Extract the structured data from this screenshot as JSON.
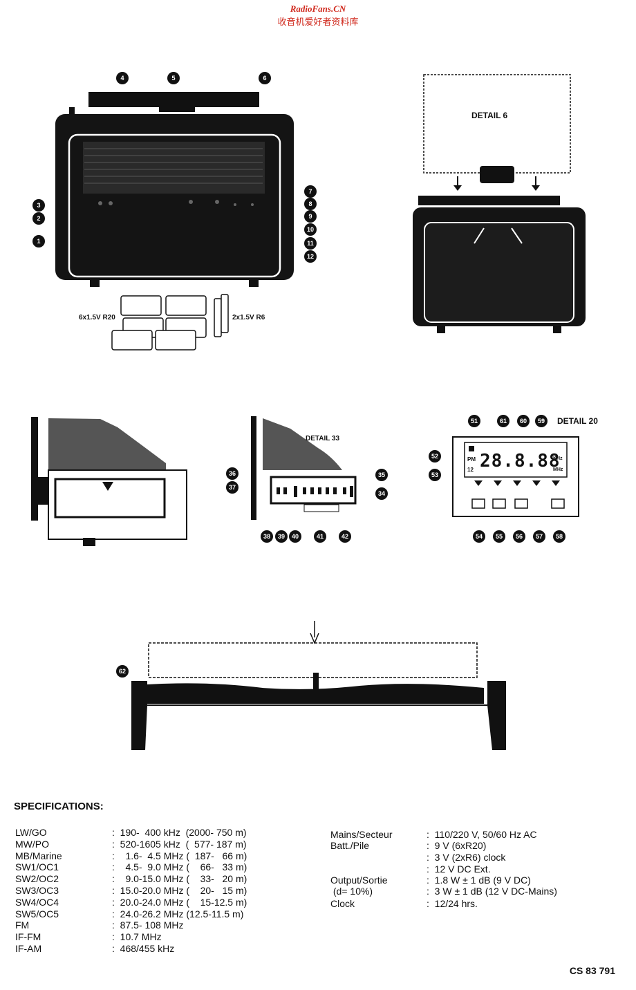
{
  "header": {
    "site": "RadioFans.CN",
    "subtitle": "收音机爱好者资料库"
  },
  "figures": {
    "main_callouts": [
      "4",
      "5",
      "6",
      "3",
      "2",
      "1",
      "7",
      "8",
      "9",
      "10",
      "11",
      "12"
    ],
    "battery_labels": [
      "6x1.5V R20",
      "2x1.5V R6"
    ],
    "detail6_label": "DETAIL 6",
    "detail33_label": "DETAIL 33",
    "detail20_label": "DETAIL 20",
    "detail33_callouts": [
      "36",
      "37",
      "35",
      "34",
      "38",
      "39",
      "40",
      "41",
      "42"
    ],
    "detail20_callouts": [
      "51",
      "61",
      "60",
      "59",
      "52",
      "53",
      "54",
      "55",
      "56",
      "57",
      "58"
    ],
    "lcd": {
      "digits": "28.8.88",
      "pm": "PM",
      "h12": "12",
      "khz": "KHz",
      "mhz": "MHz"
    },
    "bottom_callout": "62"
  },
  "specifications": {
    "title": "SPECIFICATIONS:",
    "left": [
      {
        "band": "LW/GO",
        "value": ":  190-  400 kHz  (2000- 750 m)"
      },
      {
        "band": "MW/PO",
        "value": ":  520-1605 kHz  (  577- 187 m)"
      },
      {
        "band": "MB/Marine",
        "value": ":    1.6-  4.5 MHz (  187-   66 m)"
      },
      {
        "band": "SW1/OC1",
        "value": ":    4.5-  9.0 MHz (    66-   33 m)"
      },
      {
        "band": "SW2/OC2",
        "value": ":    9.0-15.0 MHz (    33-   20 m)"
      },
      {
        "band": "SW3/OC3",
        "value": ":  15.0-20.0 MHz (    20-   15 m)"
      },
      {
        "band": "SW4/OC4",
        "value": ":  20.0-24.0 MHz (    15-12.5 m)"
      },
      {
        "band": "SW5/OC5",
        "value": ":  24.0-26.2 MHz (12.5-11.5 m)"
      },
      {
        "band": "FM",
        "value": ":  87.5- 108 MHz"
      },
      {
        "band": "IF-FM",
        "value": ":  10.7 MHz"
      },
      {
        "band": "IF-AM",
        "value": ":  468/455 kHz"
      }
    ],
    "right": [
      {
        "label": "Mains/Secteur",
        "value": ":  110/220 V, 50/60 Hz AC"
      },
      {
        "label": "Batt./Pile",
        "value": ":  9 V (6xR20)"
      },
      {
        "label": "",
        "value": ":  3 V (2xR6) clock"
      },
      {
        "label": "",
        "value": ":  12 V DC Ext."
      },
      {
        "label": "Output/Sortie",
        "value": ":  1.8 W ± 1 dB (9 V DC)"
      },
      {
        "label": " (d= 10%)",
        "value": ":  3 W ± 1 dB (12 V DC-Mains)"
      },
      {
        "label": "Clock",
        "value": ":  12/24 hrs."
      }
    ]
  },
  "footer": {
    "code": "CS 83 791"
  }
}
